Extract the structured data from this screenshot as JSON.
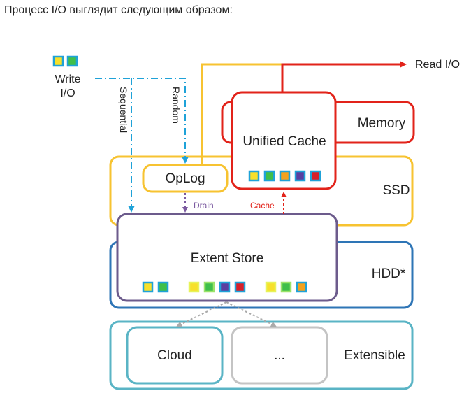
{
  "heading": "Процесс I/O выглядит следующим образом:",
  "diagram": {
    "write_io_line1": "Write",
    "write_io_line2": "I/O",
    "read_io": "Read I/O",
    "sequential": "Sequential",
    "random": "Random",
    "memory": "Memory",
    "unified_cache": "Unified Cache",
    "ssd": "SSD",
    "oplog": "OpLog",
    "drain": "Drain",
    "cache": "Cache",
    "extent_store": "Extent Store",
    "hdd": "HDD*",
    "cloud": "Cloud",
    "ellipsis": "...",
    "extensible": "Extensible"
  },
  "colors": {
    "memory": "#e2231a",
    "ssd": "#f7c331",
    "hdd": "#2e75b6",
    "extensible": "#5ab4c5",
    "extent_store": "#6c5b8c",
    "read_arrow": "#e2231a",
    "write_arrow": "#1fa2d8",
    "drain": "#7b5aa0"
  }
}
